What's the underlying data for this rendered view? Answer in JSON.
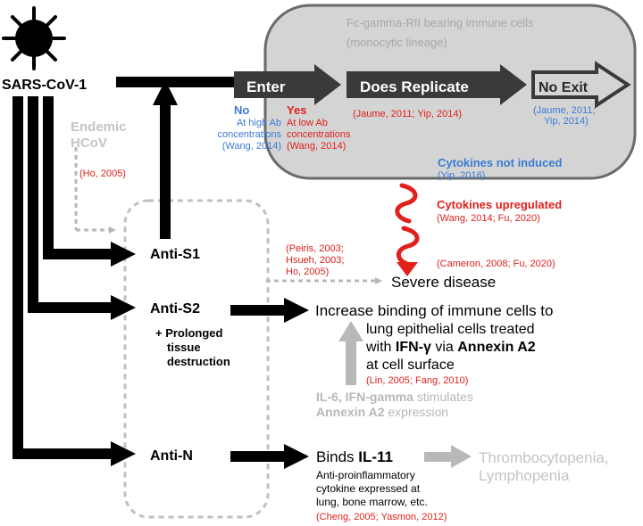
{
  "colors": {
    "black": "#000000",
    "red": "#e0201b",
    "blue": "#3a7bd5",
    "gray": "#b8b8b8",
    "box_fill": "#d4d4d4",
    "box_stroke": "#6a6a6a",
    "arrow_fill": "#3a3a3a"
  },
  "virus": {
    "label": "SARS-CoV-1"
  },
  "immune_box": {
    "line1": "Fc-gamma-RII bearing immune cells",
    "line2": "(monocytic lineage)"
  },
  "stages": {
    "enter": "Enter",
    "replicate": "Does Replicate",
    "no_exit": "No Exit",
    "replicate_ref": "(Jaume, 2011; Yip, 2014)",
    "no_exit_ref1": "(Jaume, 2011;",
    "no_exit_ref2": "Yip, 2014)"
  },
  "no_branch": {
    "title": "No",
    "l1": "At high Ab",
    "l2": "concentrations",
    "l3": "(Wang, 2014)"
  },
  "yes_branch": {
    "title": "Yes",
    "l1": "At low Ab",
    "l2": "concentrations",
    "l3": "(Wang, 2014)"
  },
  "cyto_not": {
    "title": "Cytokines not induced",
    "ref": "(Yip, 2016)"
  },
  "cyto_up": {
    "title": "Cytokines upregulated",
    "ref": "(Wang, 2014; Fu, 2020)",
    "ref2": "(Cameron, 2008; Fu, 2020)"
  },
  "endemic": {
    "l1": "Endemic",
    "l2": "HCoV",
    "ref": "(Ho, 2005)"
  },
  "antibodies": {
    "s1": "Anti-S1",
    "s2": "Anti-S2",
    "n": "Anti-N"
  },
  "s1_refs": {
    "l1": "(Peiris, 2003;",
    "l2": "Hsueh, 2003;",
    "l3": "Ho, 2005)"
  },
  "severe": "Severe disease",
  "prolonged": {
    "l1": "+ Prolonged",
    "l2": "tissue",
    "l3": "destruction"
  },
  "s2_out": {
    "l1": "Increase binding of immune cells to",
    "l2": "lung epithelial cells treated",
    "l3a": "with ",
    "l3b": "IFN-γ",
    "l3c": " via ",
    "l3d": "Annexin A2",
    "l4": "at cell surface",
    "ref": "(Lin, 2005; Fang, 2010)"
  },
  "il6": {
    "l1": "IL-6, IFN-gamma",
    "l1b": " stimulates",
    "l2": "Annexin A2",
    "l2b": " expression"
  },
  "n_out": {
    "l1a": "Binds ",
    "l1b": "IL-11",
    "l2": "Anti-proinflammatory",
    "l3": "cytokine expressed at",
    "l4": "lung, bone marrow, etc.",
    "ref": "(Cheng, 2005; Yasmon, 2012)"
  },
  "thrombo": {
    "l1": "Thrombocytopenia,",
    "l2": "Lymphopenia"
  }
}
